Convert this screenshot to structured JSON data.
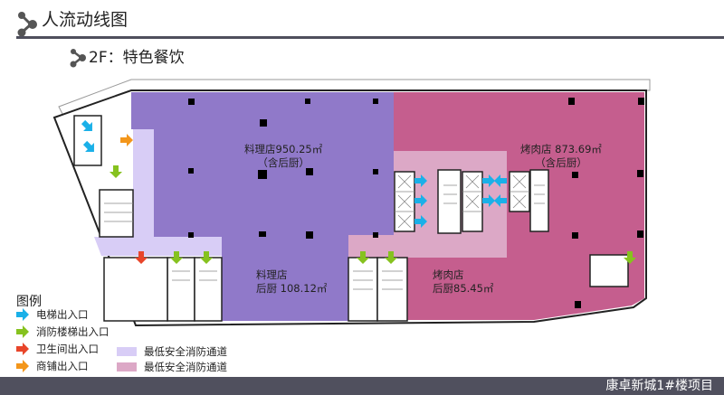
{
  "header": {
    "title": "人流动线图",
    "subtitle": "2F：特色餐饮"
  },
  "rooms": {
    "ryori": {
      "name": "料理店950.25㎡",
      "note": "（含后厨）"
    },
    "yakiniku": {
      "name": "烤肉店 873.69㎡",
      "note": "（含后厨）"
    },
    "ryori_kitchen": {
      "name": "料理店",
      "area": "后厨 108.12㎡"
    },
    "yakiniku_kitchen": {
      "name": "烤肉店",
      "area": "后厨85.45㎡"
    }
  },
  "legend": {
    "title": "图例",
    "items": [
      {
        "label": "电梯出入口",
        "color": "#1ab0e8",
        "icon": "arrow-right-icon"
      },
      {
        "label": "消防楼梯出入口",
        "color": "#86c21f",
        "icon": "arrow-right-icon"
      },
      {
        "label": "卫生间出入口",
        "color": "#e8452a",
        "icon": "arrow-right-icon"
      },
      {
        "label": "商铺出入口",
        "color": "#f3961b",
        "icon": "arrow-right-icon"
      }
    ],
    "swatches": [
      {
        "label": "最低安全消防通道",
        "color": "#d8cdf6"
      },
      {
        "label": "最低安全消防通道",
        "color": "#dca8c6"
      }
    ]
  },
  "colors": {
    "ryori": "#9079c9",
    "yakiniku": "#c55e8e",
    "footer": "#50505e"
  },
  "footer": {
    "project": "康卓新城1#楼项目"
  }
}
